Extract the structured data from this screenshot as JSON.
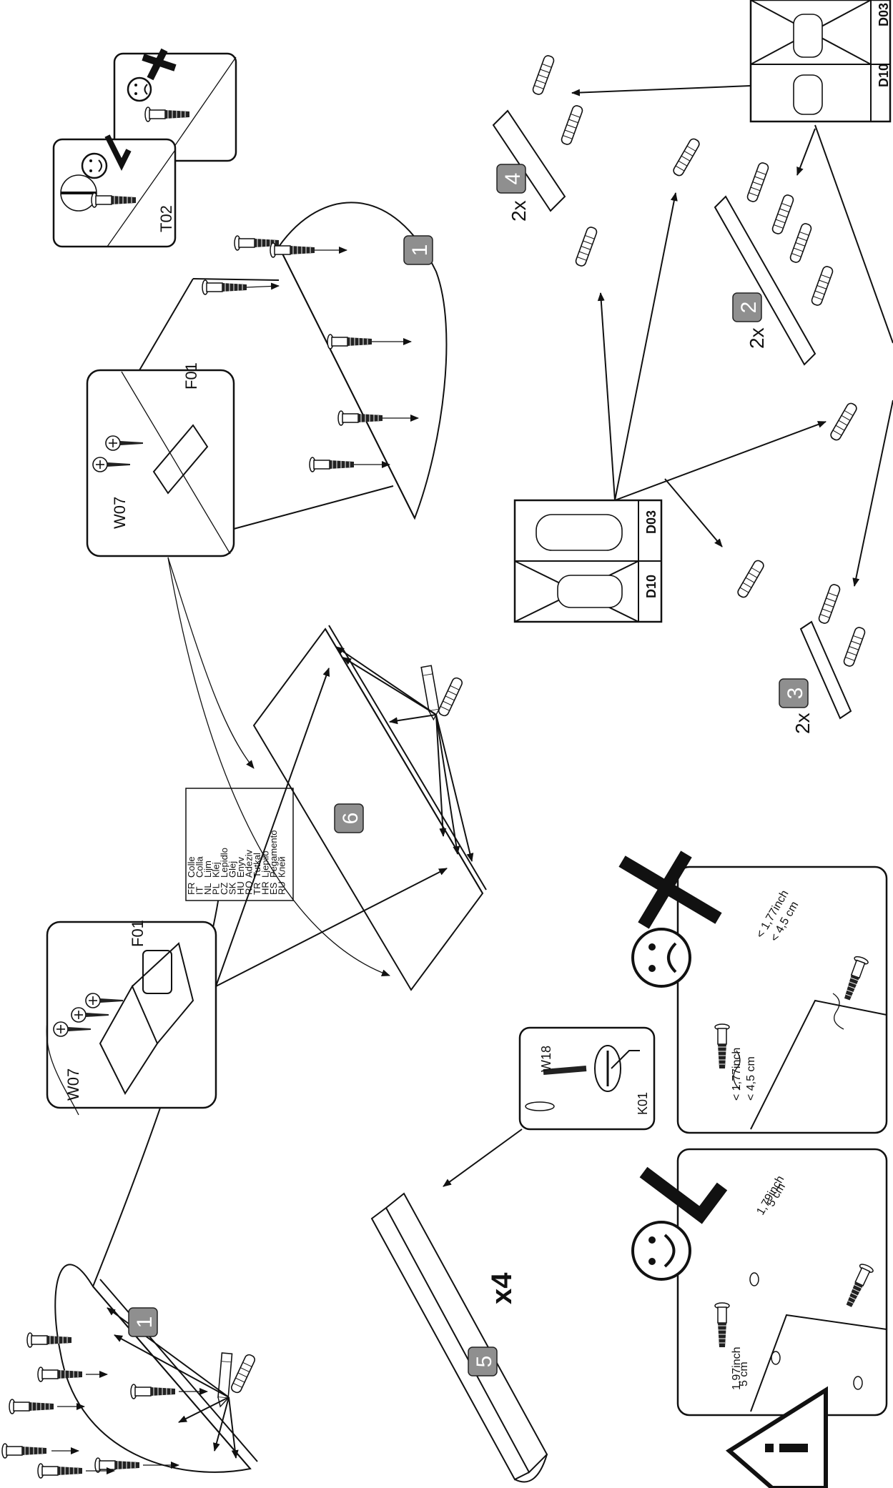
{
  "glue_legend": [
    {
      "code": "FR",
      "word": "Colle"
    },
    {
      "code": "IT",
      "word": "Colla"
    },
    {
      "code": "NL",
      "word": "Lijm"
    },
    {
      "code": "PL",
      "word": "Klej"
    },
    {
      "code": "CZ",
      "word": "Lepidlo"
    },
    {
      "code": "SK",
      "word": "Glej"
    },
    {
      "code": "HU",
      "word": "Enyv"
    },
    {
      "code": "RO",
      "word": "Adeziv"
    },
    {
      "code": "TR",
      "word": "Tutkal"
    },
    {
      "code": "HR",
      "word": "Ljepilo"
    },
    {
      "code": "ES",
      "word": "Pegamento"
    },
    {
      "code": "RU",
      "word": "Клей"
    }
  ],
  "parts": {
    "panel_1": "1",
    "panel_6": "6",
    "part_2": "2",
    "part_3": "3",
    "part_4": "4",
    "part_5": "5"
  },
  "quantities": {
    "part_2": "2x",
    "part_3": "2x",
    "part_4": "2x",
    "part_5": "x4"
  },
  "hardware": {
    "screw": "W07",
    "bracket": "F01",
    "tool_t02": "T02",
    "dowel_d03": "D03",
    "dowel_d10": "D10",
    "cam_w18": "W18",
    "key_k01": "K01"
  },
  "measurements": {
    "good_depth_inch": "1,97inch",
    "good_depth_cm": "5 cm",
    "good_side_inch": "1,79inch",
    "good_side_cm": "5 cm",
    "bad_depth_inch": "< 1,77inch",
    "bad_depth_cm": "< 4,5 cm"
  }
}
